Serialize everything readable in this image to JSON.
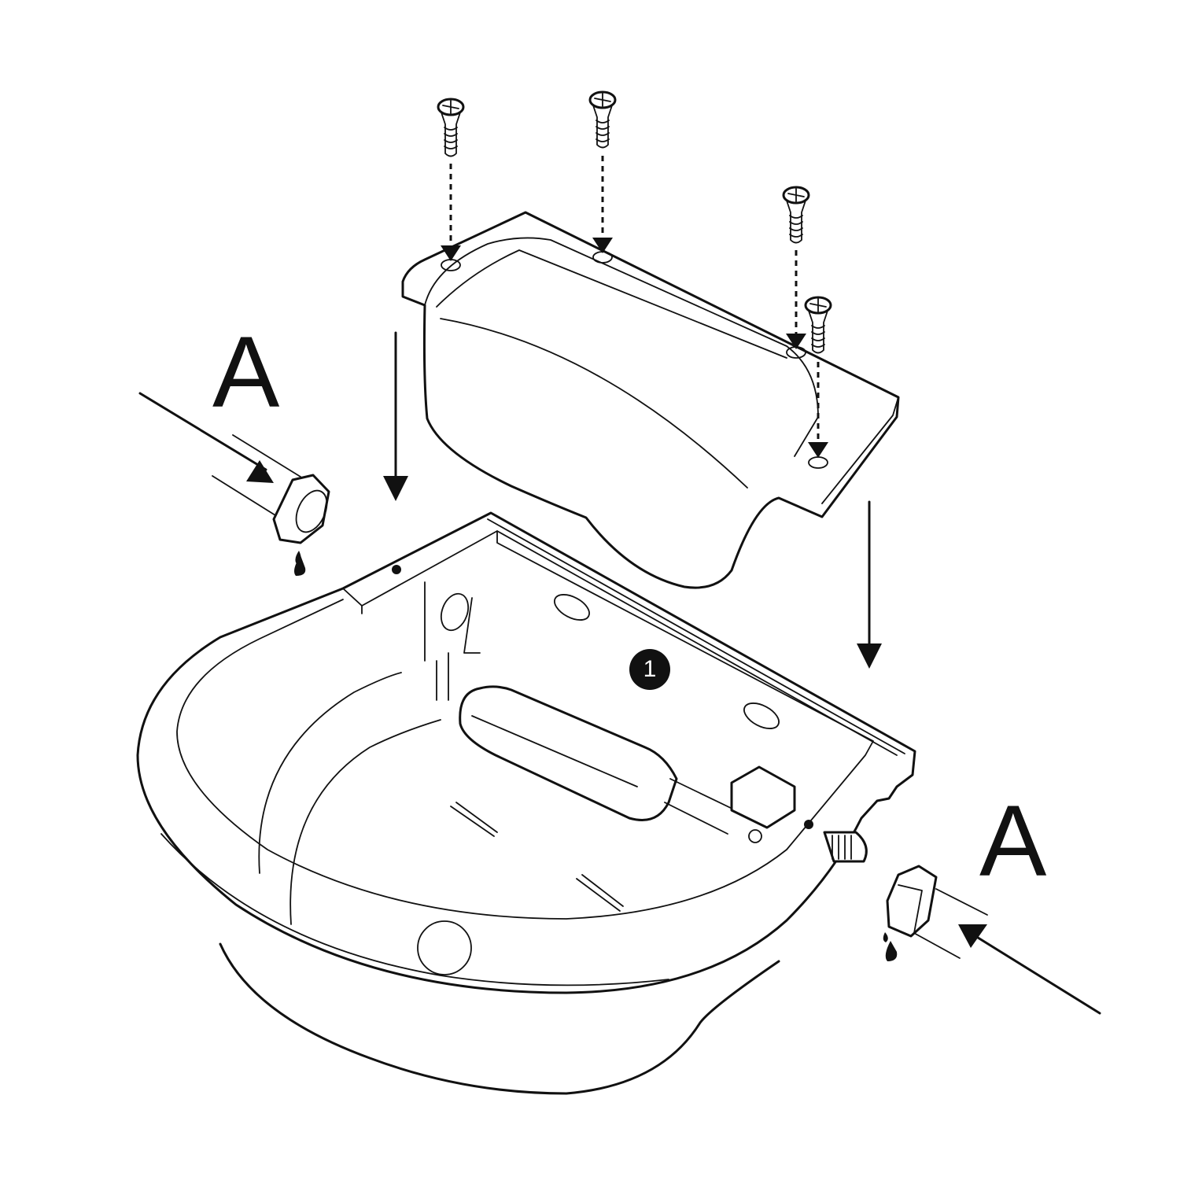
{
  "diagram": {
    "type": "exploded-assembly-illustration",
    "subject": "automatic float-valve water bowl with cover",
    "labels": {
      "connection_left": "A",
      "connection_right": "A",
      "step_marker": "1"
    },
    "parts": [
      {
        "id": "screw",
        "count": 4
      },
      {
        "id": "cover-lid",
        "count": 1
      },
      {
        "id": "bowl",
        "count": 1
      },
      {
        "id": "float-valve",
        "count": 1
      },
      {
        "id": "hose-nut-fitting",
        "count": 2
      },
      {
        "id": "threaded-inlet",
        "count": 1
      }
    ],
    "colors": {
      "line": "#111111",
      "background": "#ffffff",
      "badge_fill": "#111111",
      "badge_text": "#ffffff"
    }
  }
}
